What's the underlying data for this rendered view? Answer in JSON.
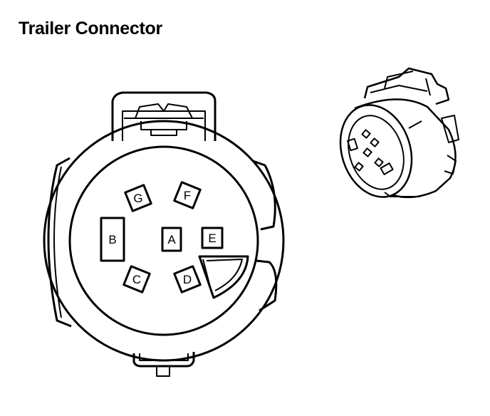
{
  "title": "Trailer Connector",
  "pins": {
    "A": "A",
    "B": "B",
    "C": "C",
    "D": "D",
    "E": "E",
    "F": "F",
    "G": "G"
  },
  "colors": {
    "line": "#000000",
    "background": "#ffffff"
  }
}
